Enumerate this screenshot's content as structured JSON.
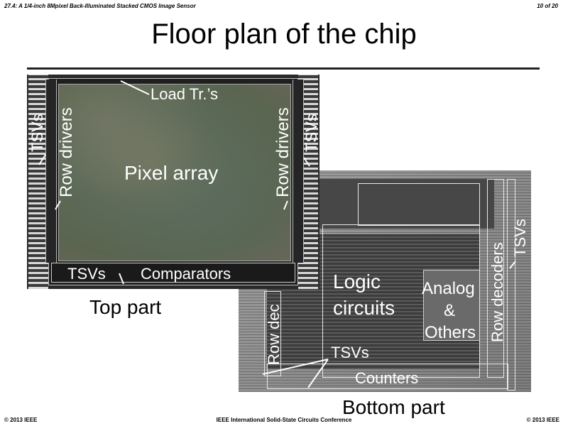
{
  "header": {
    "left": "27.4: A 1/4-inch 8Mpixel Back-Illuminated Stacked CMOS Image Sensor",
    "right": "10 of 20"
  },
  "title": "Floor plan of the chip",
  "top_part": {
    "caption": "Top part",
    "labels": {
      "load_tr": "Load Tr.’s",
      "pixel_array": "Pixel array",
      "row_drivers_left": "Row drivers",
      "row_drivers_right": "Row drivers",
      "tsvs_left": "TSVs",
      "tsvs_right": "TSVs",
      "tsvs_bottom": "TSVs",
      "comparators": "Comparators"
    }
  },
  "bottom_part": {
    "caption": "Bottom part",
    "labels": {
      "logic": "Logic",
      "circuits": "circuits",
      "analog": "Analog",
      "amp": "&",
      "others": "Others",
      "row_decoders": "Row decoders",
      "row_dec": "Row dec",
      "tsvs_right": "TSVs",
      "tsvs_bottom": "TSVs",
      "counters": "Counters"
    }
  },
  "footer": {
    "left": "© 2013 IEEE",
    "center": "IEEE International Solid-State Circuits Conference",
    "right": "© 2013 IEEE"
  }
}
